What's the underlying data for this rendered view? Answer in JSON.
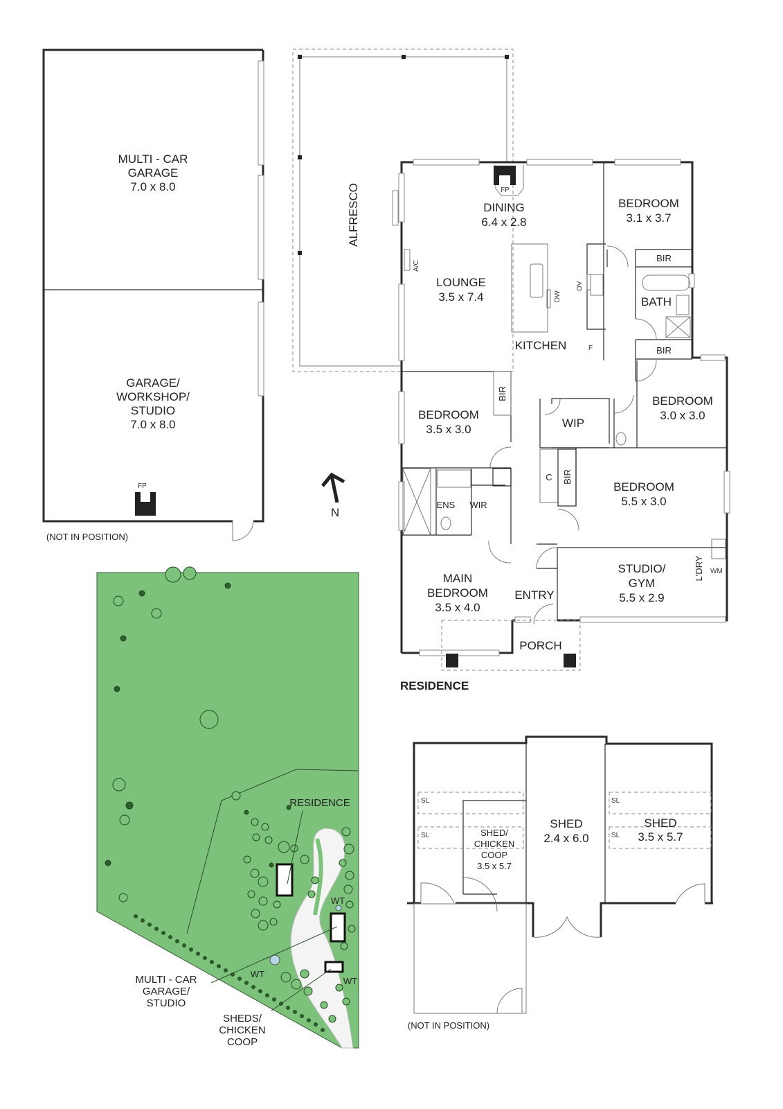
{
  "garage_plan": {
    "rooms": [
      {
        "name": "MULTI - CAR",
        "name2": "GARAGE",
        "dims": "7.0 x 8.0"
      },
      {
        "name": "GARAGE/",
        "name2": "WORKSHOP/",
        "name3": "STUDIO",
        "dims": "7.0 x 8.0"
      }
    ],
    "fireplace": "FP",
    "note": "(NOT IN POSITION)"
  },
  "residence": {
    "title": "RESIDENCE",
    "rooms": {
      "alfresco": "ALFRESCO",
      "dining": {
        "name": "DINING",
        "dims": "6.4 x 2.8",
        "fp": "FP"
      },
      "lounge": {
        "name": "LOUNGE",
        "dims": "3.5 x 7.4",
        "ac": "A/C"
      },
      "kitchen": {
        "name": "KITCHEN",
        "dw": "DW",
        "ov": "OV",
        "f": "F"
      },
      "bedroom_ne": {
        "name": "BEDROOM",
        "dims": "3.1 x 3.7",
        "bir": "BIR"
      },
      "bath": {
        "name": "BATH",
        "bir": "BIR"
      },
      "bedroom_w": {
        "name": "BEDROOM",
        "dims": "3.5 x 3.0",
        "bir": "BIR"
      },
      "wip": "WIP",
      "bedroom_e": {
        "name": "BEDROOM",
        "dims": "3.0 x 3.0"
      },
      "bedroom_mid": {
        "name": "BEDROOM",
        "dims": "5.5 x 3.0",
        "c": "C",
        "bir": "BIR"
      },
      "ens": "ENS",
      "wir": "WIR",
      "main_bedroom": {
        "name": "MAIN",
        "name2": "BEDROOM",
        "dims": "3.5 x 4.0"
      },
      "entry": "ENTRY",
      "porch": "PORCH",
      "studio_gym": {
        "name": "STUDIO/",
        "name2": "GYM",
        "dims": "5.5 x 2.9"
      },
      "laundry": {
        "name": "L'DRY",
        "wm": "WM"
      }
    }
  },
  "compass": {
    "label": "N",
    "icon": "north-arrow-icon"
  },
  "sheds_plan": {
    "rooms": [
      {
        "name": "SHED/",
        "name2": "CHICKEN",
        "name3": "COOP",
        "dims": "3.5 x 5.7"
      },
      {
        "name": "SHED",
        "dims": "2.4 x 6.0"
      },
      {
        "name": "SHED",
        "dims": "3.5 x 5.7"
      }
    ],
    "sl": "SL",
    "note": "(NOT IN POSITION)"
  },
  "site_plan": {
    "labels": {
      "residence": "RESIDENCE",
      "garage_l1": "MULTI - CAR",
      "garage_l2": "GARAGE/",
      "garage_l3": "STUDIO",
      "sheds_l1": "SHEDS/",
      "sheds_l2": "CHICKEN",
      "sheds_l3": "COOP",
      "wt": "WT"
    },
    "colors": {
      "grass": "#7cc27a",
      "tree_outline": "#1f4a1f",
      "driveway": "#f4f4f4"
    }
  }
}
